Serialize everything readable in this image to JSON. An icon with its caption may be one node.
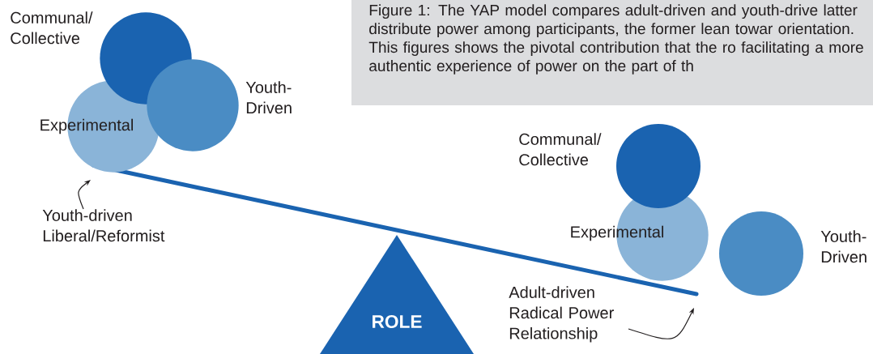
{
  "diagram": {
    "nodes": [
      {
        "text": [
          "Figure 1: The YAP model compares adult-driven and youth-drive latter distribute power among participants, the former lean towar orientation. This figures shows the pivotal contribution that the ro facilitating a more authentic experience of power on the part of th"
        ]
      },
      {
        "text": [
          "Communal/ Collective"
        ]
      },
      {
        "text": [
          "Experimental"
        ]
      },
      {
        "text": [
          "Youth- Driven"
        ]
      },
      {
        "text": [
          "Youth-driven Liberal/Reformist"
        ]
      },
      {
        "text": [
          "ROLE"
        ]
      },
      {
        "text": [
          "Communal/ Collective"
        ]
      },
      {
        "text": [
          "Experimental"
        ]
      },
      {
        "text": [
          "Youth- Driven"
        ]
      },
      {
        "text": [
          "Adult-driven Radical Power Relationship"
        ]
      }
    ],
    "edges": [
      {
        "from": 4,
        "to": null,
        "arrow": "to"
      },
      {
        "from": 9,
        "to": null,
        "arrow": "to"
      }
    ]
  }
}
